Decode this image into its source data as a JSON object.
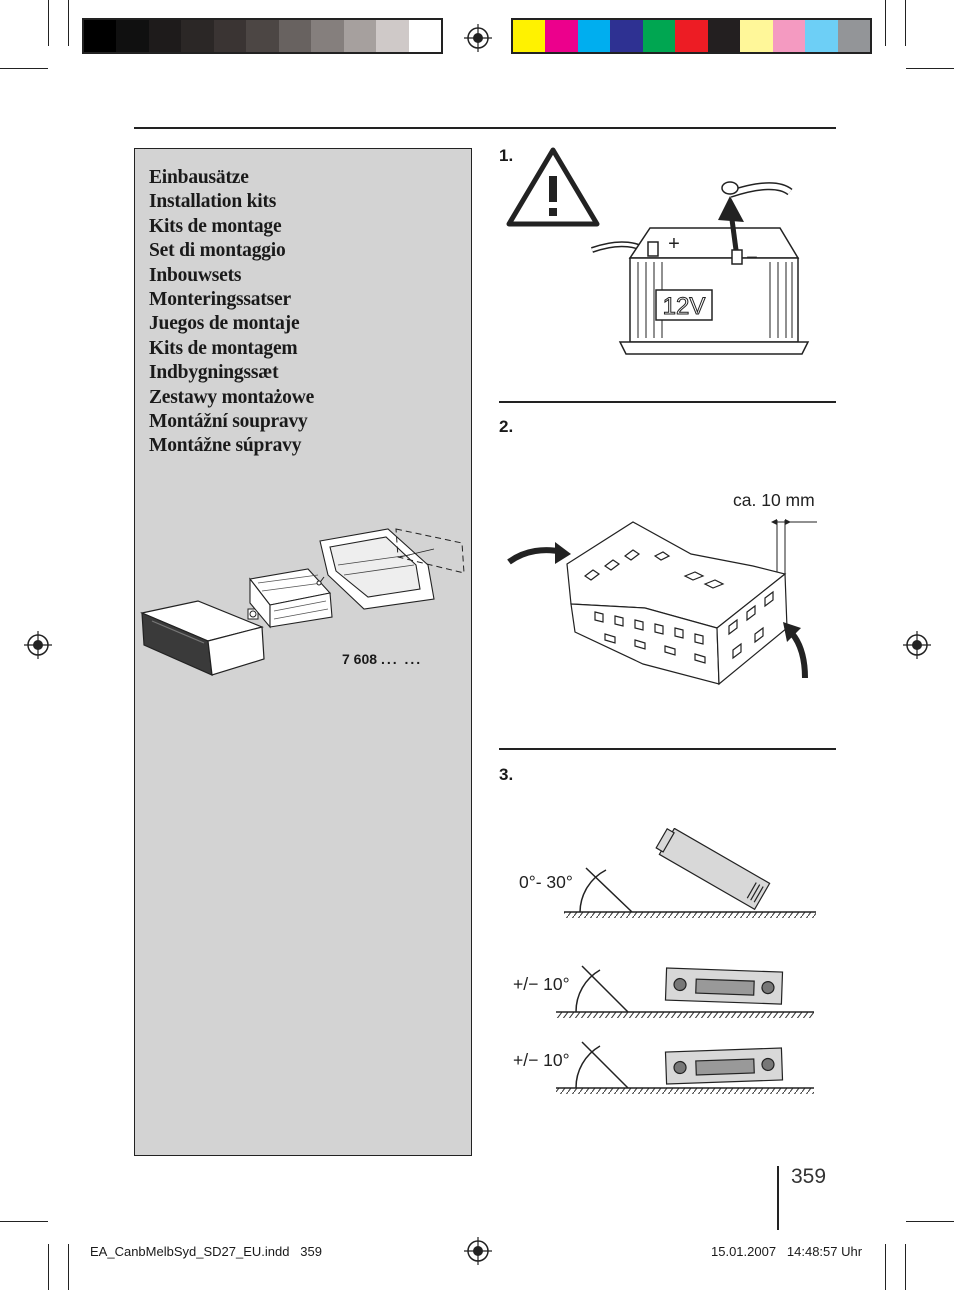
{
  "panel": {
    "titles": [
      "Einbausätze",
      "Installation kits",
      "Kits de montage",
      "Set di montaggio",
      "Inbouwsets",
      "Monteringssatser",
      "Juegos de montaje",
      "Kits de montagem",
      "Indbygningssæt",
      "Zestawy montażowe",
      "Montážní soupravy",
      "Montážne súpravy"
    ],
    "part_number": "7 608",
    "part_number_suffix": "... ..."
  },
  "steps": [
    {
      "number": "1.",
      "battery_label": "12V",
      "terminal_plus": "+",
      "terminal_minus": "−"
    },
    {
      "number": "2.",
      "dimension_label": "ca. 10 mm"
    },
    {
      "number": "3.",
      "angle_labels": [
        "0°- 30°",
        "+/− 10°",
        "+/− 10°"
      ]
    }
  ],
  "page_number": "359",
  "footer": {
    "file": "EA_CanbMelbSyd_SD27_EU.indd   359",
    "datetime": "15.01.2007   14:48:57 Uhr"
  },
  "print_marks": {
    "gray_swatches": [
      "#000000",
      "#101010",
      "#1e1b1b",
      "#2b2726",
      "#3a3433",
      "#4c4644",
      "#686260",
      "#857f7d",
      "#a6a09e",
      "#cfc9c8",
      "#ffffff"
    ],
    "color_swatches": [
      "#fff200",
      "#ec008c",
      "#00aeef",
      "#2e3192",
      "#00a651",
      "#ed1c24",
      "#231f20",
      "#fff799",
      "#f49ac1",
      "#6dcff6",
      "#939598"
    ]
  }
}
